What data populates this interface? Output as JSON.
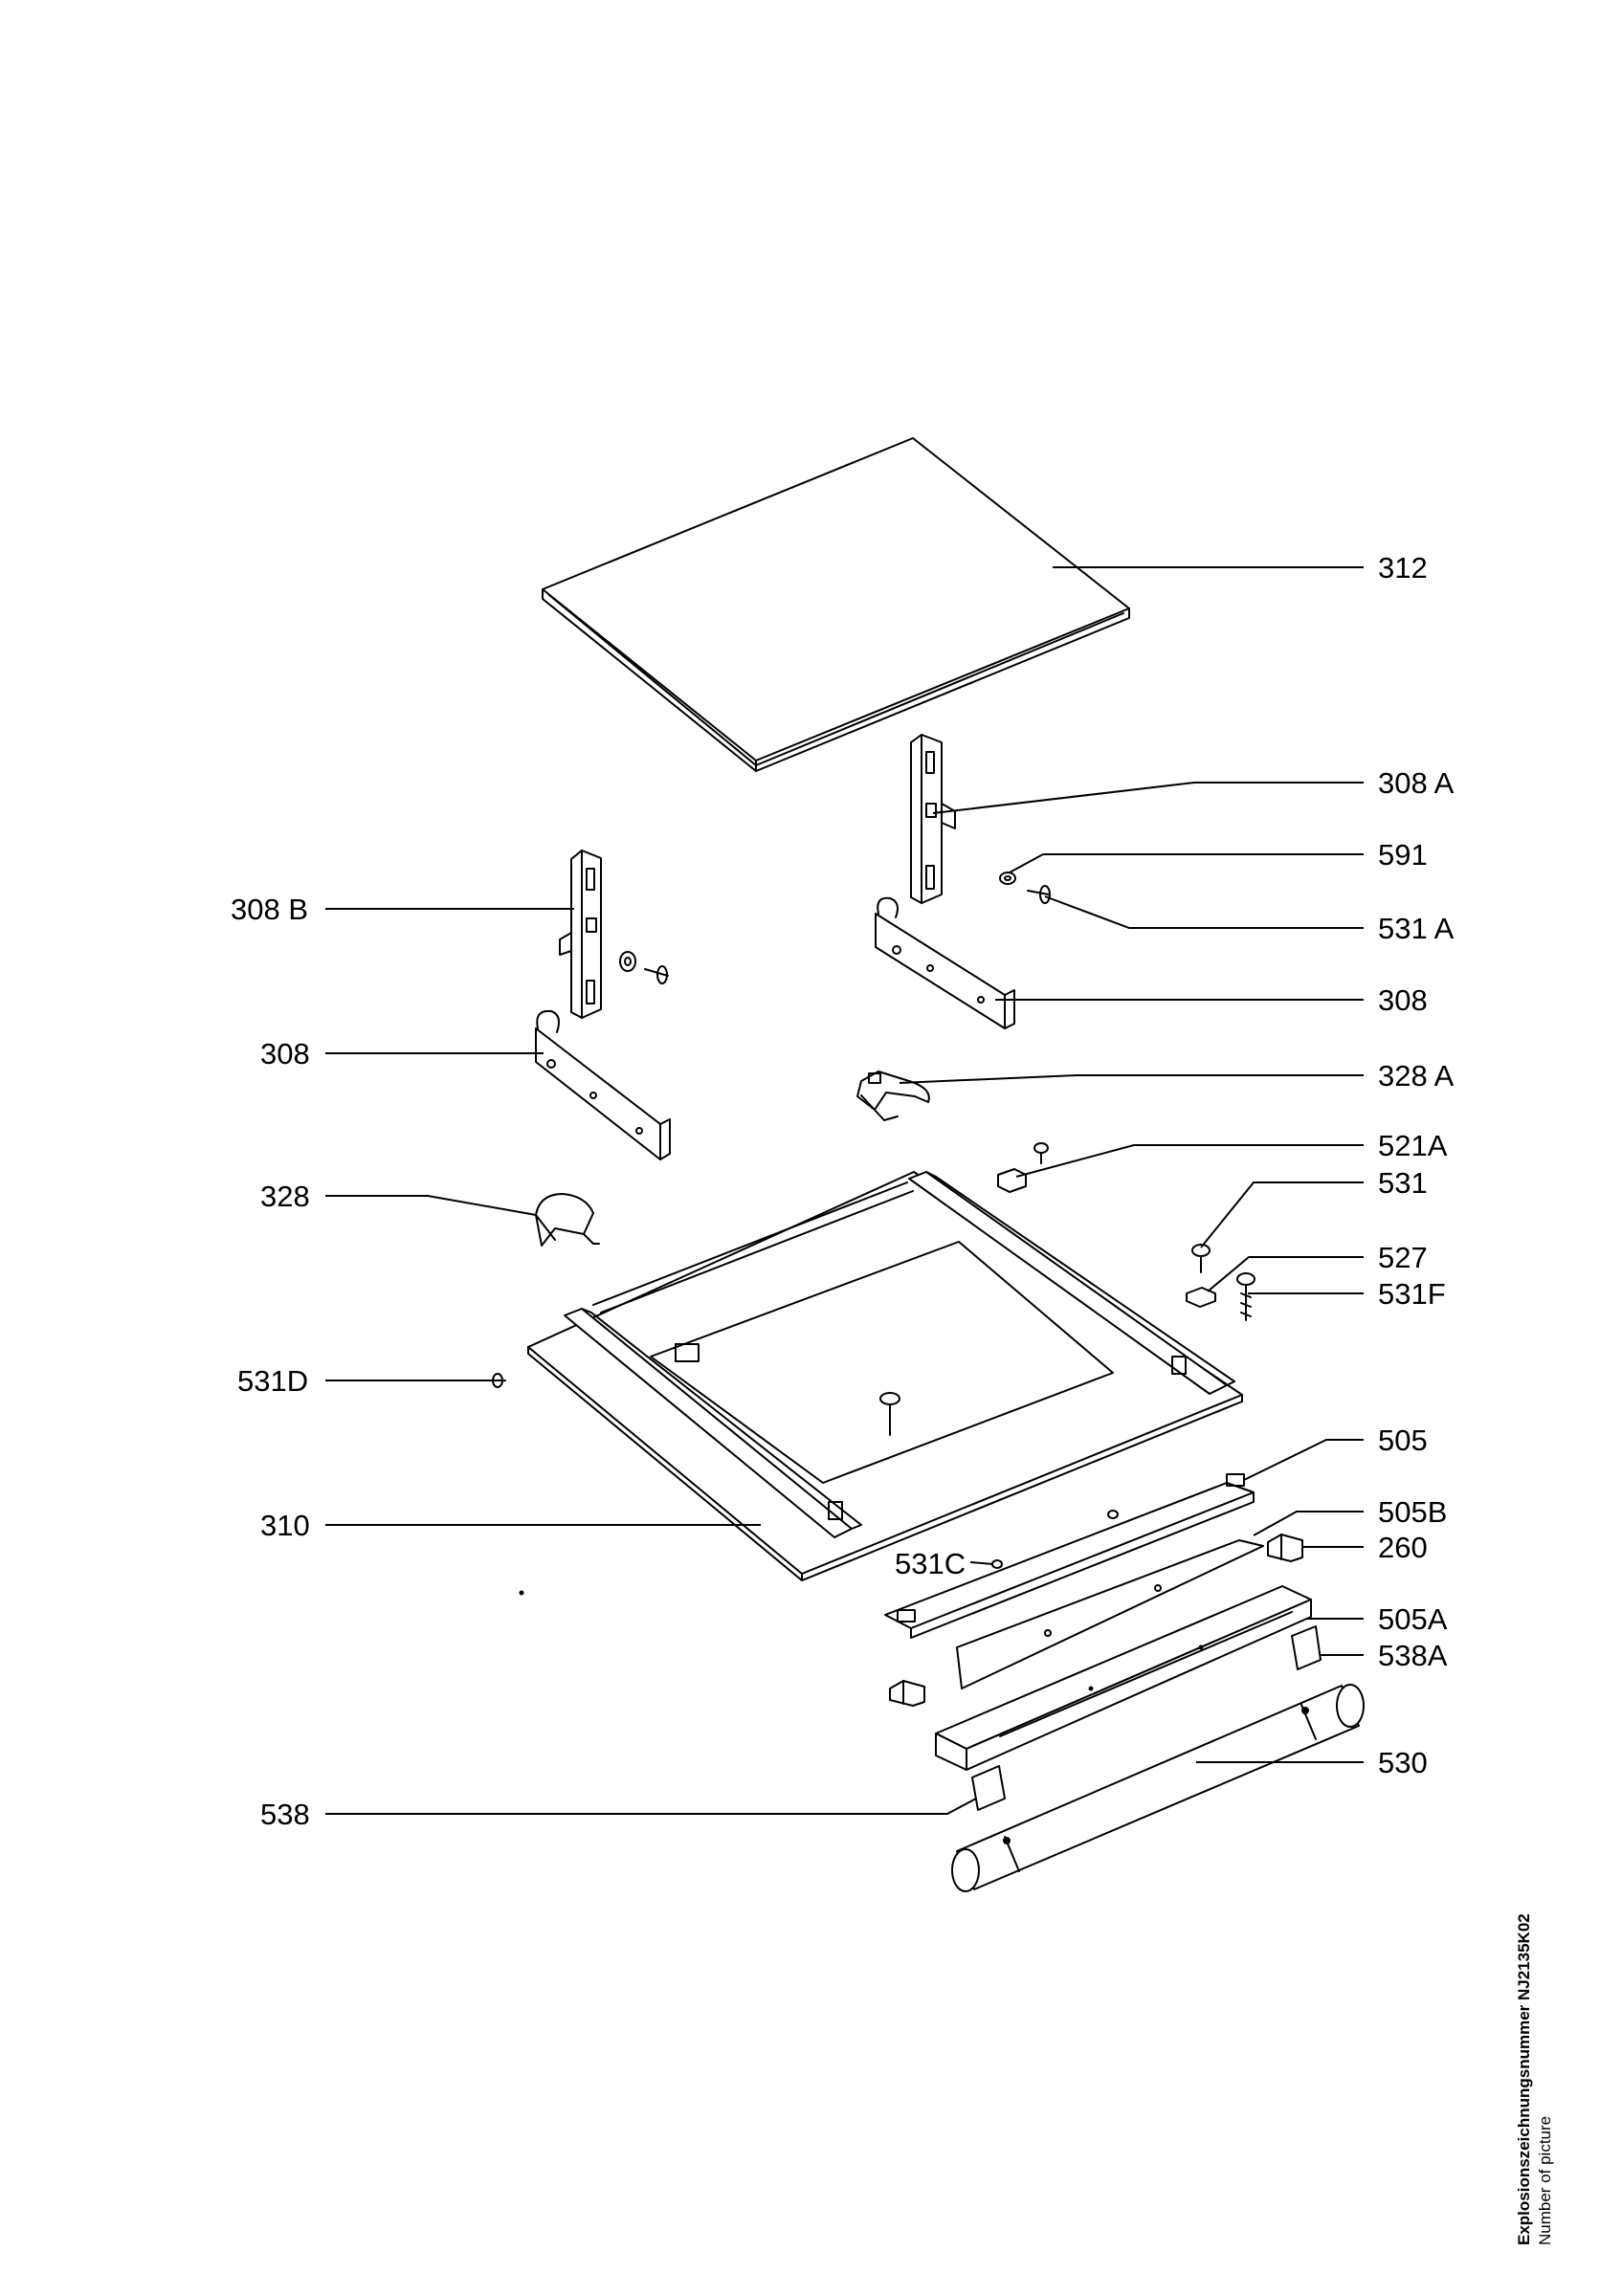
{
  "diagram": {
    "labels_left": [
      {
        "id": "308b",
        "text": "308 B"
      },
      {
        "id": "308l",
        "text": "308"
      },
      {
        "id": "328",
        "text": "328"
      },
      {
        "id": "531d",
        "text": "531D"
      },
      {
        "id": "310",
        "text": "310"
      },
      {
        "id": "538",
        "text": "538"
      }
    ],
    "labels_right": [
      {
        "id": "312",
        "text": "312"
      },
      {
        "id": "308a",
        "text": "308 A"
      },
      {
        "id": "591",
        "text": "591"
      },
      {
        "id": "531a",
        "text": "531 A"
      },
      {
        "id": "308r",
        "text": "308"
      },
      {
        "id": "328a",
        "text": "328 A"
      },
      {
        "id": "521a",
        "text": "521A"
      },
      {
        "id": "531",
        "text": "531"
      },
      {
        "id": "527",
        "text": "527"
      },
      {
        "id": "531f",
        "text": "531F"
      },
      {
        "id": "505",
        "text": "505"
      },
      {
        "id": "505b",
        "text": "505B"
      },
      {
        "id": "260",
        "text": "260"
      },
      {
        "id": "505a",
        "text": "505A"
      },
      {
        "id": "538a",
        "text": "538A"
      },
      {
        "id": "530",
        "text": "530"
      }
    ],
    "label_inline": {
      "id": "531c",
      "text": "531C"
    }
  },
  "sidebar": {
    "title": "Explosionszeichnungsnummer NJ2135K02",
    "subtitle": "Number of picture"
  }
}
